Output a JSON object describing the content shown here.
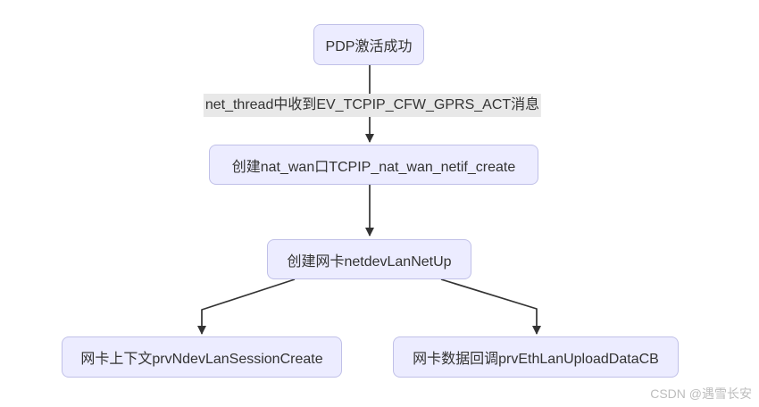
{
  "diagram": {
    "nodes": [
      {
        "id": "pdp",
        "label": "PDP激活成功"
      },
      {
        "id": "natwan",
        "label": "创建nat_wan口TCPIP_nat_wan_netif_create"
      },
      {
        "id": "netdev",
        "label": "创建网卡netdevLanNetUp"
      },
      {
        "id": "session",
        "label": "网卡上下文prvNdevLanSessionCreate"
      },
      {
        "id": "upload",
        "label": "网卡数据回调prvEthLanUploadDataCB"
      }
    ],
    "edges": [
      {
        "from": "pdp",
        "to": "natwan",
        "label": "net_thread中收到EV_TCPIP_CFW_GPRS_ACT消息"
      },
      {
        "from": "natwan",
        "to": "netdev",
        "label": ""
      },
      {
        "from": "netdev",
        "to": "session",
        "label": ""
      },
      {
        "from": "netdev",
        "to": "upload",
        "label": ""
      }
    ],
    "colors": {
      "node_fill": "#ECECFF",
      "node_border": "#c0c0e8",
      "node_text": "#333333",
      "edge_line": "#333333",
      "edge_label_bg": "#e8e8e8",
      "watermark_text": "#bdbdbd",
      "background": "#ffffff"
    }
  },
  "watermark": "CSDN @遇雪长安"
}
